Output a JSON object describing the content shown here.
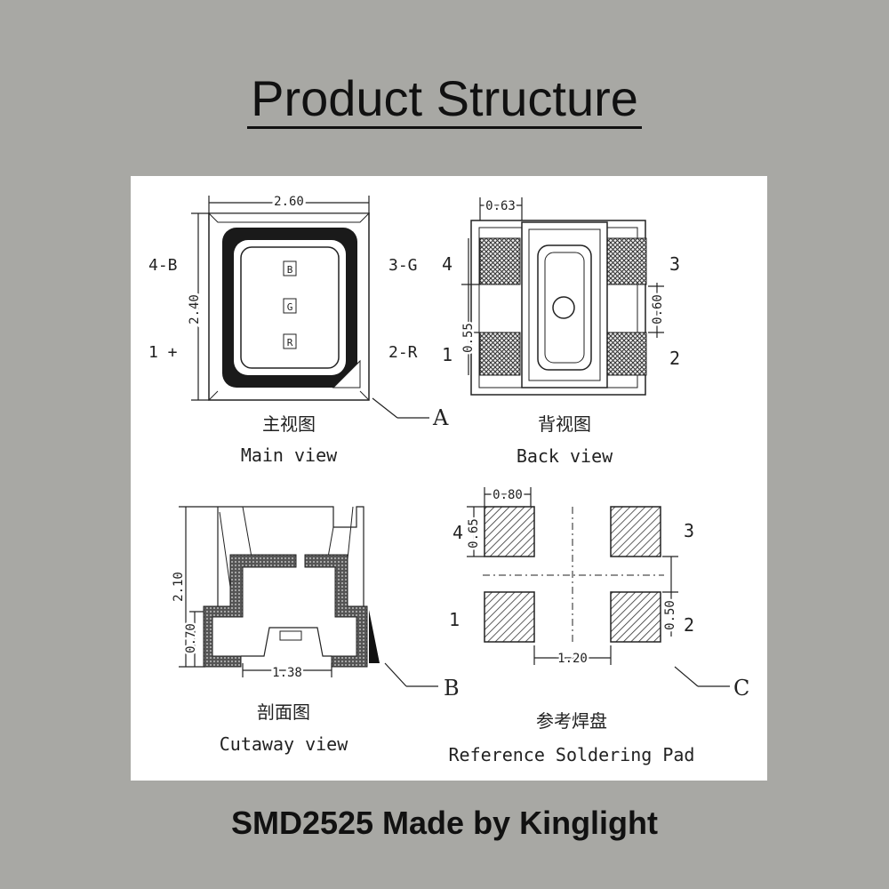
{
  "title": "Product Structure",
  "footer": "SMD2525 Made by Kinglight",
  "main_view": {
    "width_dim": "2.60",
    "height_dim": "2.40",
    "pin_4": "4-B",
    "pin_3": "3-G",
    "pin_1": "1 +",
    "pin_2": "2-R",
    "chip_b": "B",
    "chip_g": "G",
    "chip_r": "R",
    "callout": "A",
    "caption_cn": "主视图",
    "caption_en": "Main view"
  },
  "back_view": {
    "dim_top": "0.63",
    "dim_left": "0.55",
    "dim_right": "0.60",
    "pin_4": "4",
    "pin_3": "3",
    "pin_1": "1",
    "pin_2": "2",
    "caption_cn": "背视图",
    "caption_en": "Back view"
  },
  "cutaway_view": {
    "dim_height": "2.10",
    "dim_base": "0.70",
    "dim_width": "1.38",
    "callout": "B",
    "caption_cn": "剖面图",
    "caption_en": "Cutaway view"
  },
  "pad_view": {
    "dim_pad_w": "0.80",
    "dim_pad_h": "0.65",
    "dim_gap_v": "0.50",
    "dim_gap_h": "1.20",
    "pin_4": "4",
    "pin_3": "3",
    "pin_1": "1",
    "pin_2": "2",
    "callout": "C",
    "caption_cn": "参考焊盘",
    "caption_en": "Reference Soldering Pad"
  }
}
